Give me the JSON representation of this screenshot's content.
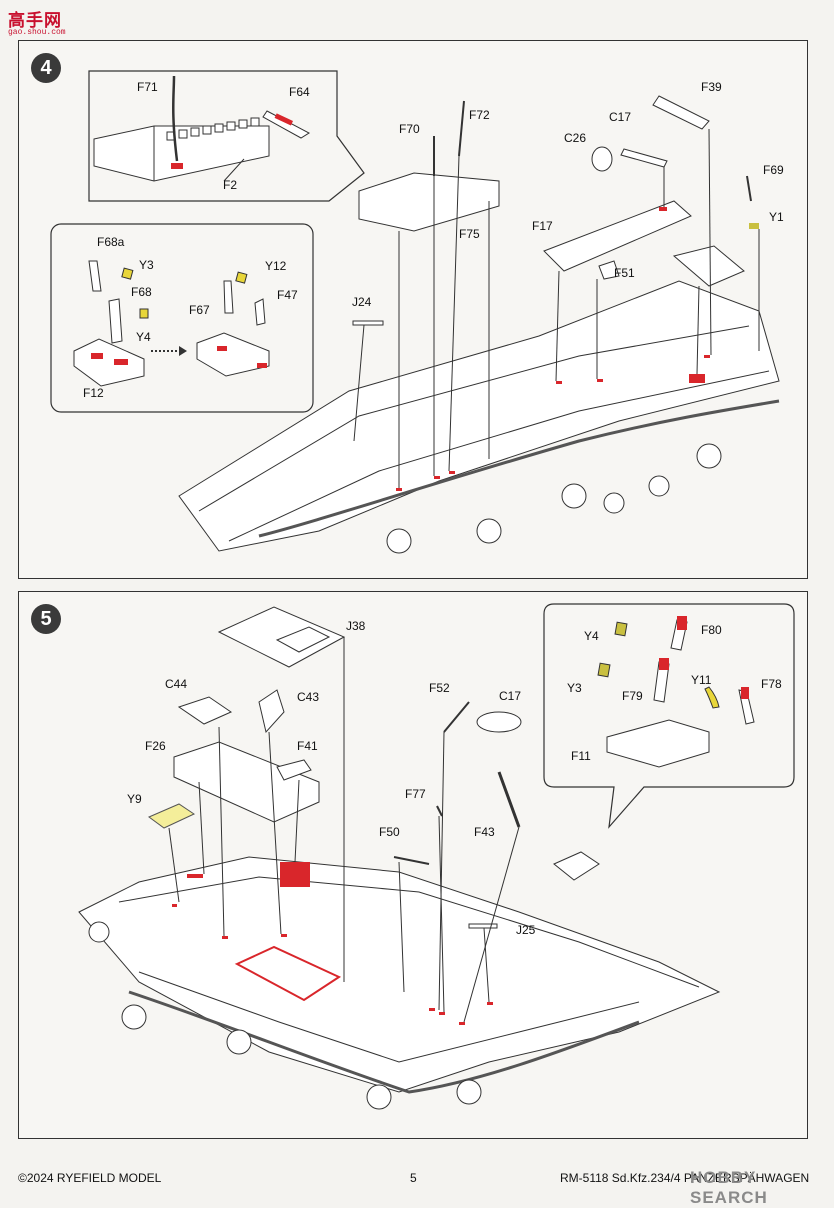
{
  "site_logo": {
    "text": "高手网",
    "subtext": "gao.shou.com"
  },
  "step4": {
    "number": "4",
    "parts": {
      "F71": "F71",
      "F64": "F64",
      "F2": "F2",
      "F70": "F70",
      "F72": "F72",
      "C17": "C17",
      "F39": "F39",
      "C26": "C26",
      "F69": "F69",
      "Y1": "Y1",
      "F17": "F17",
      "F75": "F75",
      "F51": "F51",
      "J24": "J24",
      "F68a": "F68a",
      "Y3": "Y3",
      "Y12": "Y12",
      "F68": "F68",
      "F67": "F67",
      "F47": "F47",
      "Y4": "Y4",
      "F12": "F12"
    }
  },
  "step5": {
    "number": "5",
    "parts": {
      "J38": "J38",
      "C44": "C44",
      "C43": "C43",
      "F26": "F26",
      "F41": "F41",
      "Y9": "Y9",
      "F52": "F52",
      "C17": "C17",
      "F77": "F77",
      "F50": "F50",
      "F43": "F43",
      "J25": "J25",
      "Y4": "Y4",
      "F80": "F80",
      "Y3": "Y3",
      "F79": "F79",
      "Y11": "Y11",
      "F78": "F78",
      "F11": "F11"
    }
  },
  "footer": {
    "copyright": "©2024 RYEFIELD MODEL",
    "page_number": "5",
    "product_code": "RM-5118 Sd.Kfz.234/4 PANZERSPÄHWAGEN"
  },
  "watermark": "HOBBY SEARCH",
  "colors": {
    "highlight_red": "#d9262b",
    "highlight_yellow": "#e8d63a",
    "highlight_olive": "#c9c040",
    "line": "#333333"
  }
}
